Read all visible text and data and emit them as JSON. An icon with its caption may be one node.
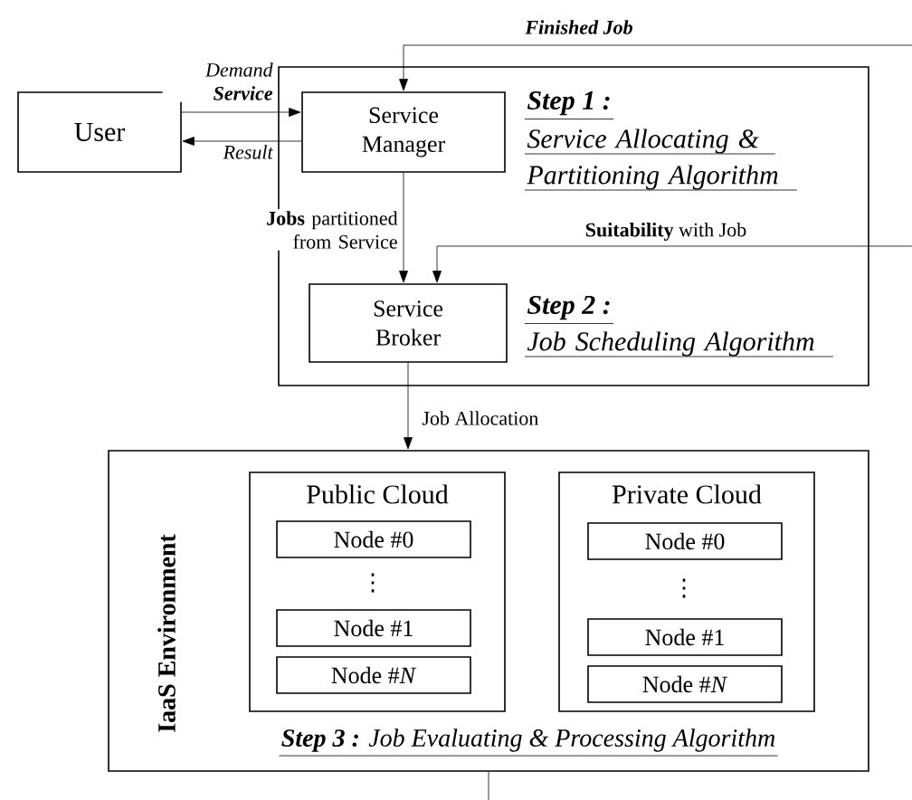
{
  "diagram": {
    "nodes": [
      {
        "text": [
          "User"
        ]
      },
      {
        "text": [],
        "shape": "box"
      },
      {
        "text": [
          "Service Manager"
        ],
        "in": 1,
        "beside": [
          "Step 1 :",
          "Service Allocating & Partitioning Algorithm"
        ]
      },
      {
        "text": [
          "Service Broker"
        ],
        "in": 1,
        "beside": [
          "Step 2 :",
          "Job Scheduling Algorithm"
        ]
      },
      {
        "text": [
          "IaaS Environment",
          "**Step 3 :** Job Evaluating & Processing Algorithm"
        ]
      },
      {
        "text": [
          "Public Cloud"
        ],
        "in": 4
      },
      {
        "text": [
          "Node #0"
        ],
        "in": 5
      },
      {
        "text": [
          "Node #1"
        ],
        "in": 5
      },
      {
        "text": [
          "Node #*N*"
        ],
        "in": 5
      },
      {
        "text": [
          "Private Cloud"
        ],
        "in": 4
      },
      {
        "text": [
          "Node #0"
        ],
        "in": 9
      },
      {
        "text": [
          "Node #1"
        ],
        "in": 9
      },
      {
        "text": [
          "Node #*N*"
        ],
        "in": 9
      }
    ],
    "edges": [
      {
        "from": 0,
        "to": 2,
        "arrow": "to",
        "label": "Demand **Service**"
      },
      {
        "from": 2,
        "to": 0,
        "arrow": "to",
        "label": "Result"
      },
      {
        "from": 2,
        "to": 3,
        "arrow": "to",
        "label": "**Jobs** partitioned from Service"
      },
      {
        "from": null,
        "to": 2,
        "arrow": "to",
        "label": "Finished Job"
      },
      {
        "from": null,
        "to": 3,
        "arrow": "to",
        "label": "**Suitability** with Job"
      },
      {
        "from": 3,
        "to": 4,
        "arrow": "to",
        "label": "Job Allocation"
      },
      {
        "from": 4,
        "to": null,
        "arrow": "none"
      }
    ],
    "labels": [
      "⋮",
      "⋮"
    ]
  }
}
